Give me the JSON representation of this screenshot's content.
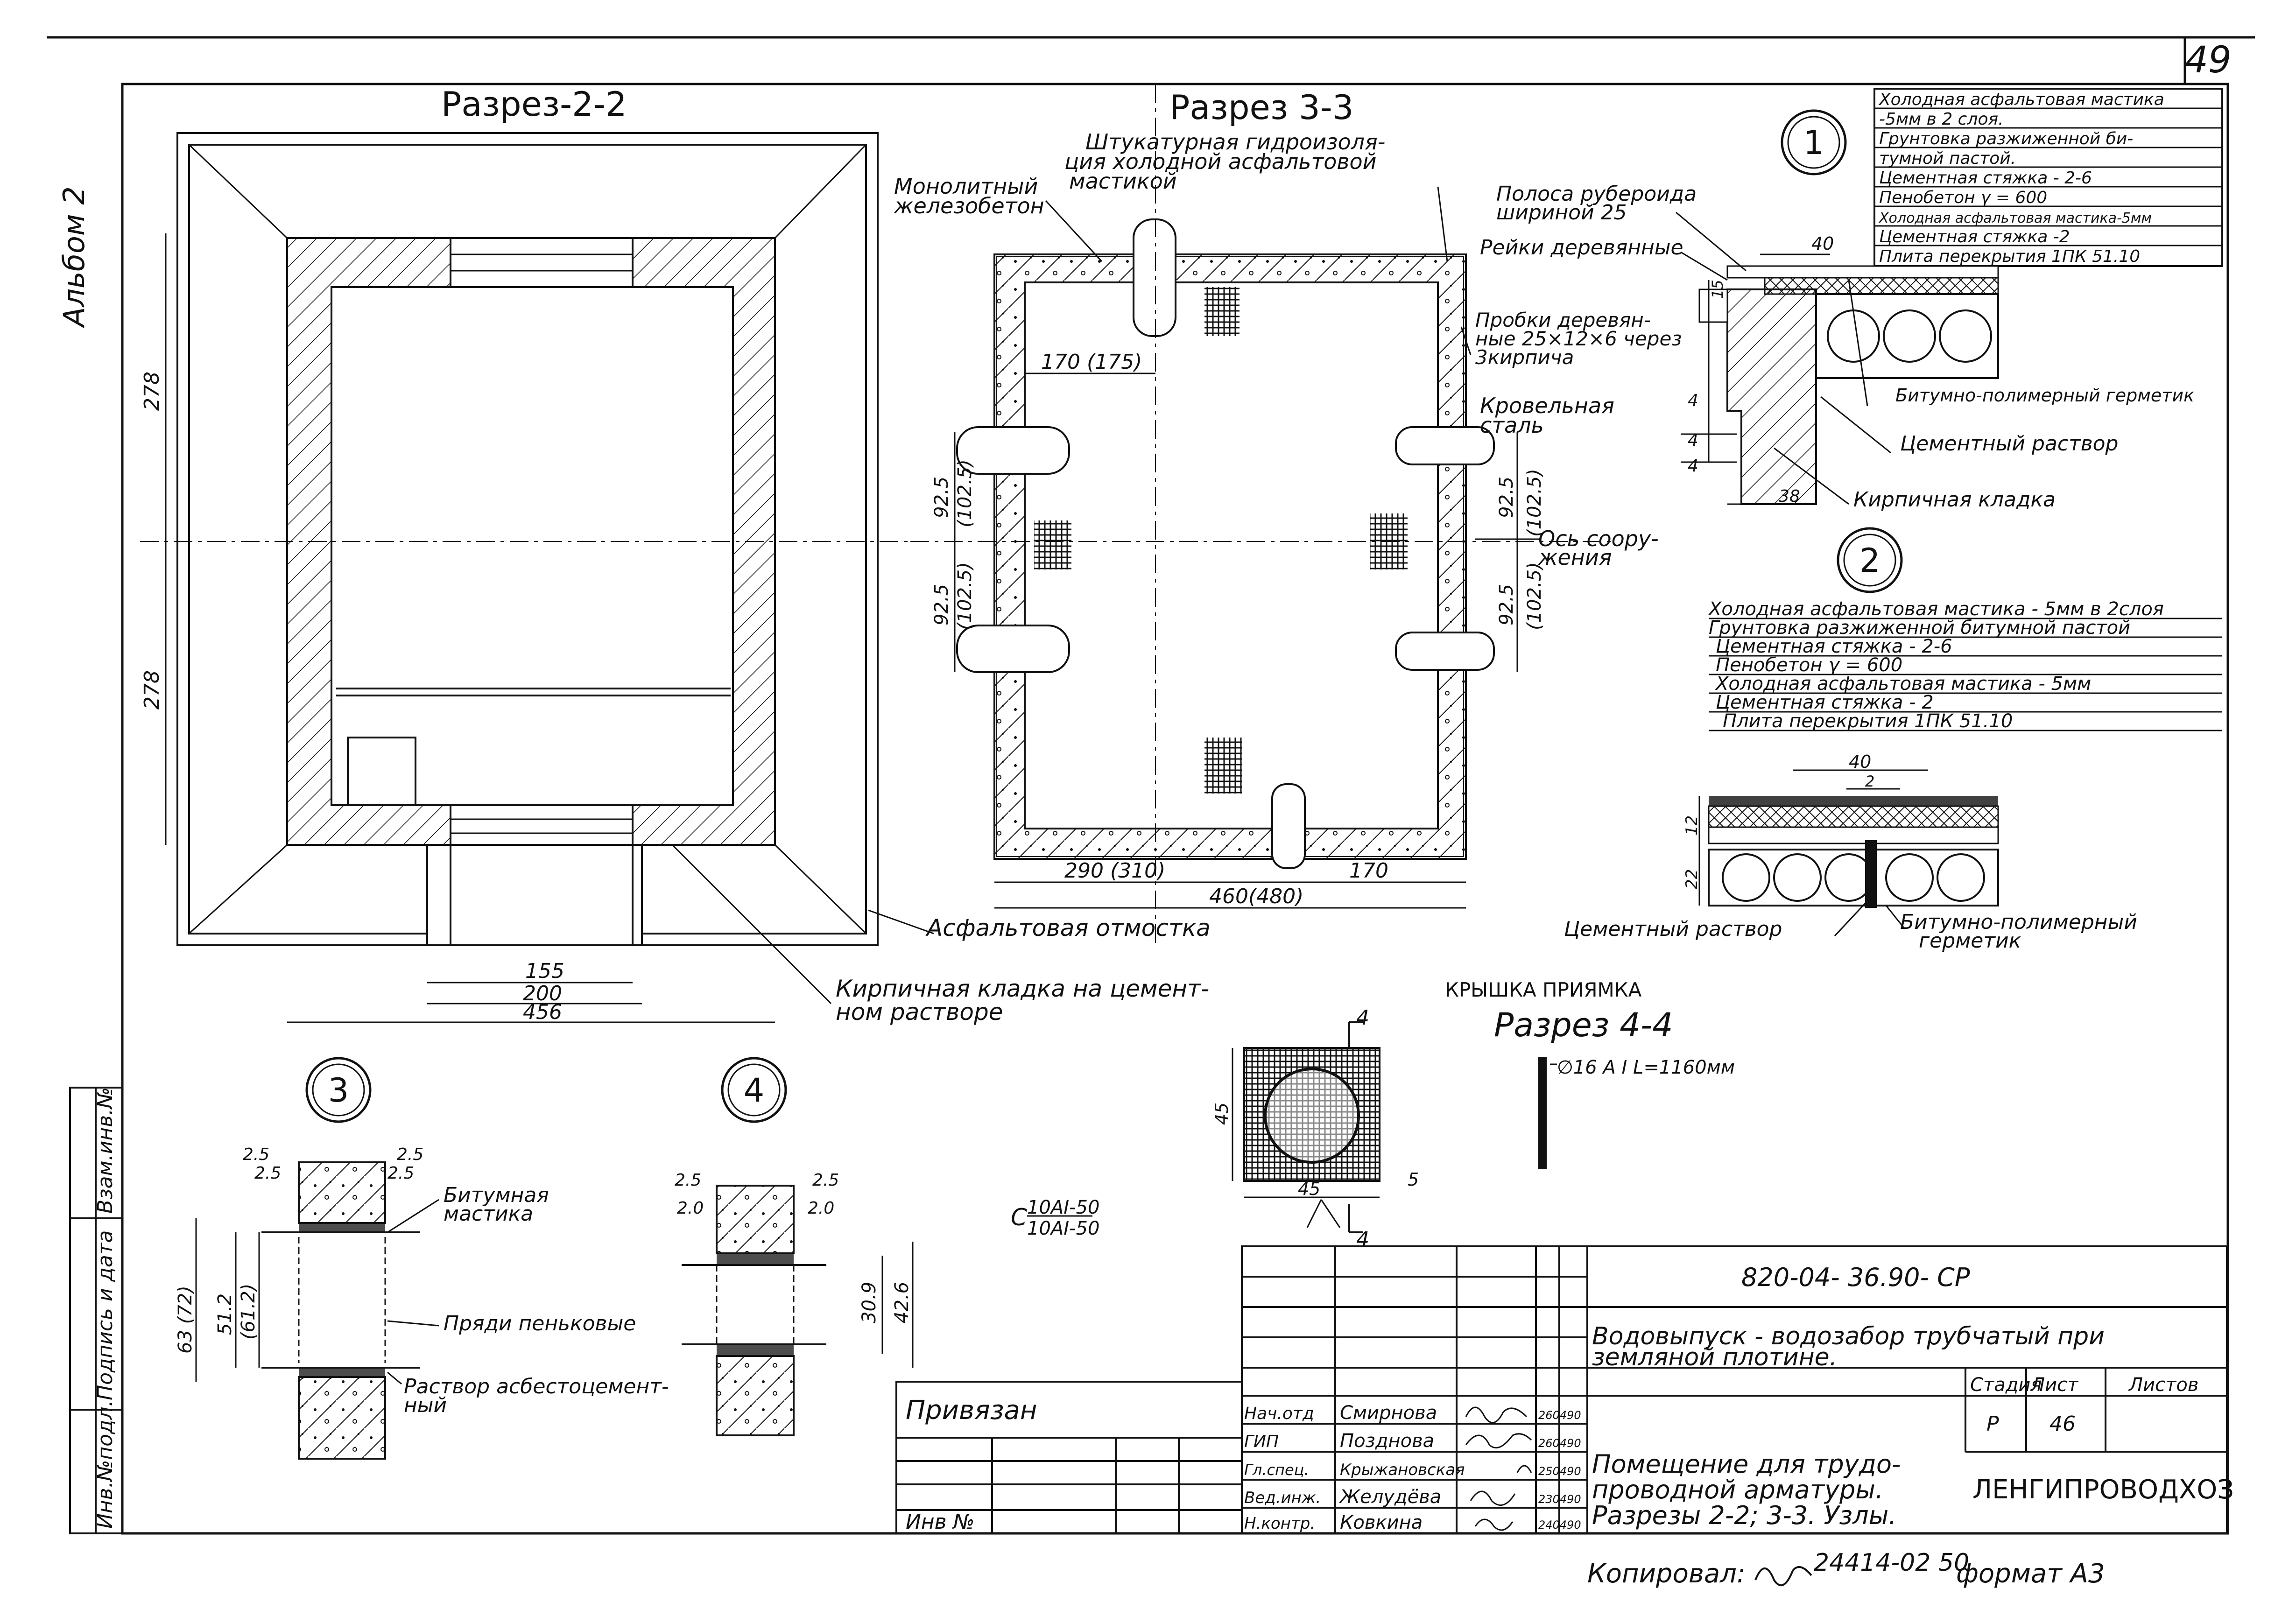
{
  "sheet": {
    "page_number": "49",
    "album_label": "Альбом 2"
  },
  "section22": {
    "title": "Разрез-2-2",
    "dims": {
      "h_top": "278",
      "h_bottom": "278",
      "w_inner": "155",
      "w_mid": "200",
      "w_outer": "456"
    },
    "label_otmostka": "Асфальтовая отмостка",
    "label_kladka_1": "Кирпичная кладка на цемент-",
    "label_kladka_2": "ном растворе"
  },
  "section33": {
    "title": "Разрез 3-3",
    "label_shtuk_1": "Штукатурная гидроизоля-",
    "label_shtuk_2": "ция холодной асфальтовой",
    "label_shtuk_3": "мастикой",
    "label_monolit_1": "Монолитный",
    "label_monolit_2": "железобетон",
    "label_probki_1": "Пробки деревян-",
    "label_probki_2": "ные 25×12×6 через",
    "label_probki_3": "3кирпича",
    "label_krovel_1": "Кровельная",
    "label_krovel_2": "сталь",
    "label_os_1": "Ось соору-",
    "label_os_2": "жения",
    "dims": {
      "d170_175": "170 (175)",
      "d92_5": "92.5",
      "d102_5": "(102.5)",
      "d290_310": "290 (310)",
      "d170": "170",
      "d460_480": "460(480)"
    }
  },
  "node1": {
    "num": "1",
    "layers": [
      "Холодная асфальтовая мастика",
      "-5мм в 2 слоя.",
      "Грунтовка разжиженной би-",
      "тумной пастой.",
      "Цементная стяжка - 2-6",
      "Пенобетон γ = 600",
      "Холодная асфальтовая мастика-5мм",
      "Цементная стяжка -2",
      "Плита перекрытия 1ПК 51.10"
    ],
    "label_polosa_1": "Полоса рубероида",
    "label_polosa_2": "шириной 25",
    "label_reiki": "Рейки деревянные",
    "label_germetik": "Битумно-полимерный герметик",
    "label_rastvor": "Цементный раствор",
    "label_kladka": "Кирпичная кладка",
    "dims": {
      "d40": "40",
      "d15": "15",
      "d4a": "4",
      "d4b": "4",
      "d4c": "4",
      "d38": "38"
    }
  },
  "node2": {
    "num": "2",
    "layers": [
      "Холодная асфальтовая мастика - 5мм в 2слоя",
      "Грунтовка разжиженной битумной пастой",
      "Цементная стяжка - 2-6",
      "Пенобетон γ = 600",
      "Холодная асфальтовая мастика - 5мм",
      "Цементная стяжка - 2",
      "Плита перекрытия 1ПК 51.10"
    ],
    "label_rastvor": "Цементный раствор",
    "label_germetik_1": "Битумно-полимерный",
    "label_germetik_2": "герметик",
    "dims": {
      "d40": "40",
      "d2": "2",
      "d12": "12",
      "d22": "22"
    }
  },
  "node3": {
    "num": "3",
    "label_mastika_1": "Битумная",
    "label_mastika_2": "мастика",
    "label_pryadi": "Пряди пеньковые",
    "label_rastvor_1": "Раствор асбестоцемент-",
    "label_rastvor_2": "ный",
    "dims": {
      "d2_5": "2.5",
      "d63": "63 (72)",
      "d51": "51.2",
      "d61": "(61.2)"
    }
  },
  "node4": {
    "num": "4",
    "dims": {
      "d2_5": "2.5",
      "d2_0": "2.0",
      "d30_9": "30.9",
      "d42_6": "42.6"
    }
  },
  "kryshka": {
    "title": "КРЫШКА ПРИЯМКА",
    "section_title": "Разрез 4-4",
    "rebar": "∅16 А I L=1160мм",
    "mesh_1": "10АI-50",
    "mesh_2": "10АI-50",
    "mesh_c": "С",
    "cut_mark": "4",
    "dims": {
      "d45": "45",
      "d5": "5",
      "d45b": "45"
    }
  },
  "stamp": {
    "code": "820-04- 36.90- СР",
    "project_1": "Водовыпуск - водозабор трубчатый при",
    "project_2": "земляной плотине.",
    "sheet_title_1": "Помещение для трудо-",
    "sheet_title_2": "проводной арматуры.",
    "sheet_title_3": "Разрезы 2-2; 3-3. Узлы.",
    "org": "ЛЕНГИПРОВОДХОЗ",
    "stage_h": "Стадия",
    "sheet_h": "Лист",
    "sheets_h": "Листов",
    "stage": "Р",
    "sheet": "46",
    "privyazan": "Привязан",
    "inv": "Инв №",
    "people": [
      {
        "role": "Нач.отд",
        "name": "Смирнова",
        "date": "260490"
      },
      {
        "role": "ГИП",
        "name": "Позднова",
        "date": "260490"
      },
      {
        "role": "Гл.спец.",
        "name": "Крыжановская",
        "date": "250490"
      },
      {
        "role": "Вед.инж.",
        "name": "Желудёва",
        "date": "230490"
      },
      {
        "role": "Н.контр.",
        "name": "Ковкина",
        "date": "240490"
      }
    ],
    "left_col": [
      "Взам.инв.№",
      "Подпись и дата",
      "Инв.№подл."
    ],
    "footer": "Копировал: ",
    "footer_code": "24414-02 50",
    "footer_format": "формат А3"
  }
}
